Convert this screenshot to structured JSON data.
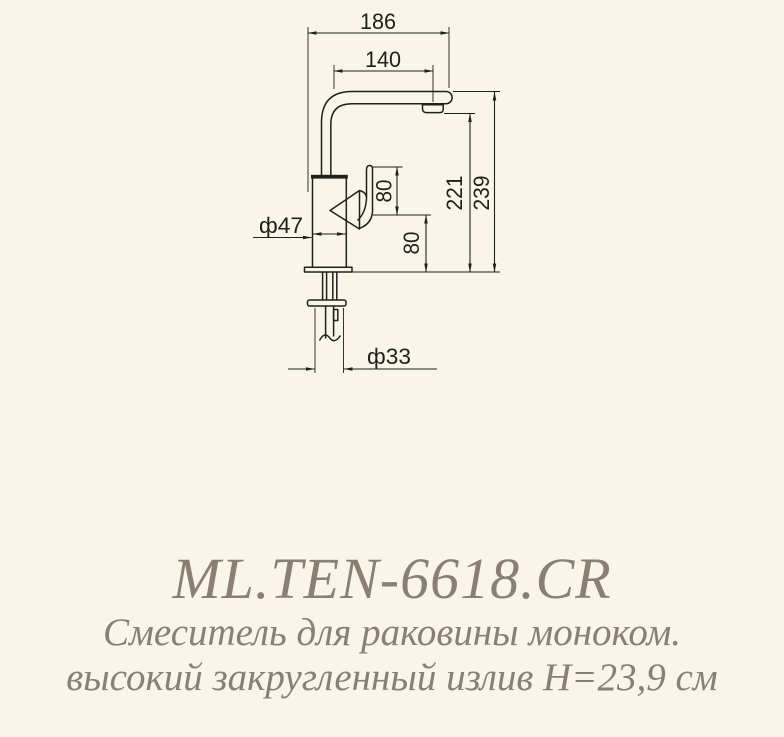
{
  "page": {
    "background_color": "#f9f5e8",
    "line_color": "#21201d",
    "caption_color": "#8a8072"
  },
  "drawing": {
    "type": "faucet-technical-drawing",
    "dims": {
      "width_overall": "186",
      "spout_reach": "140",
      "height_overall": "239",
      "height_to_outlet": "221",
      "handle_height": "80",
      "deck_to_handle": "80",
      "body_diameter": "ф47",
      "mount_diameter": "ф33"
    }
  },
  "caption": {
    "model": "ML.TEN-6618.CR",
    "line1": "Смеситель для раковины моноком.",
    "line2": "высокий закругленный излив Н=23,9 см"
  }
}
